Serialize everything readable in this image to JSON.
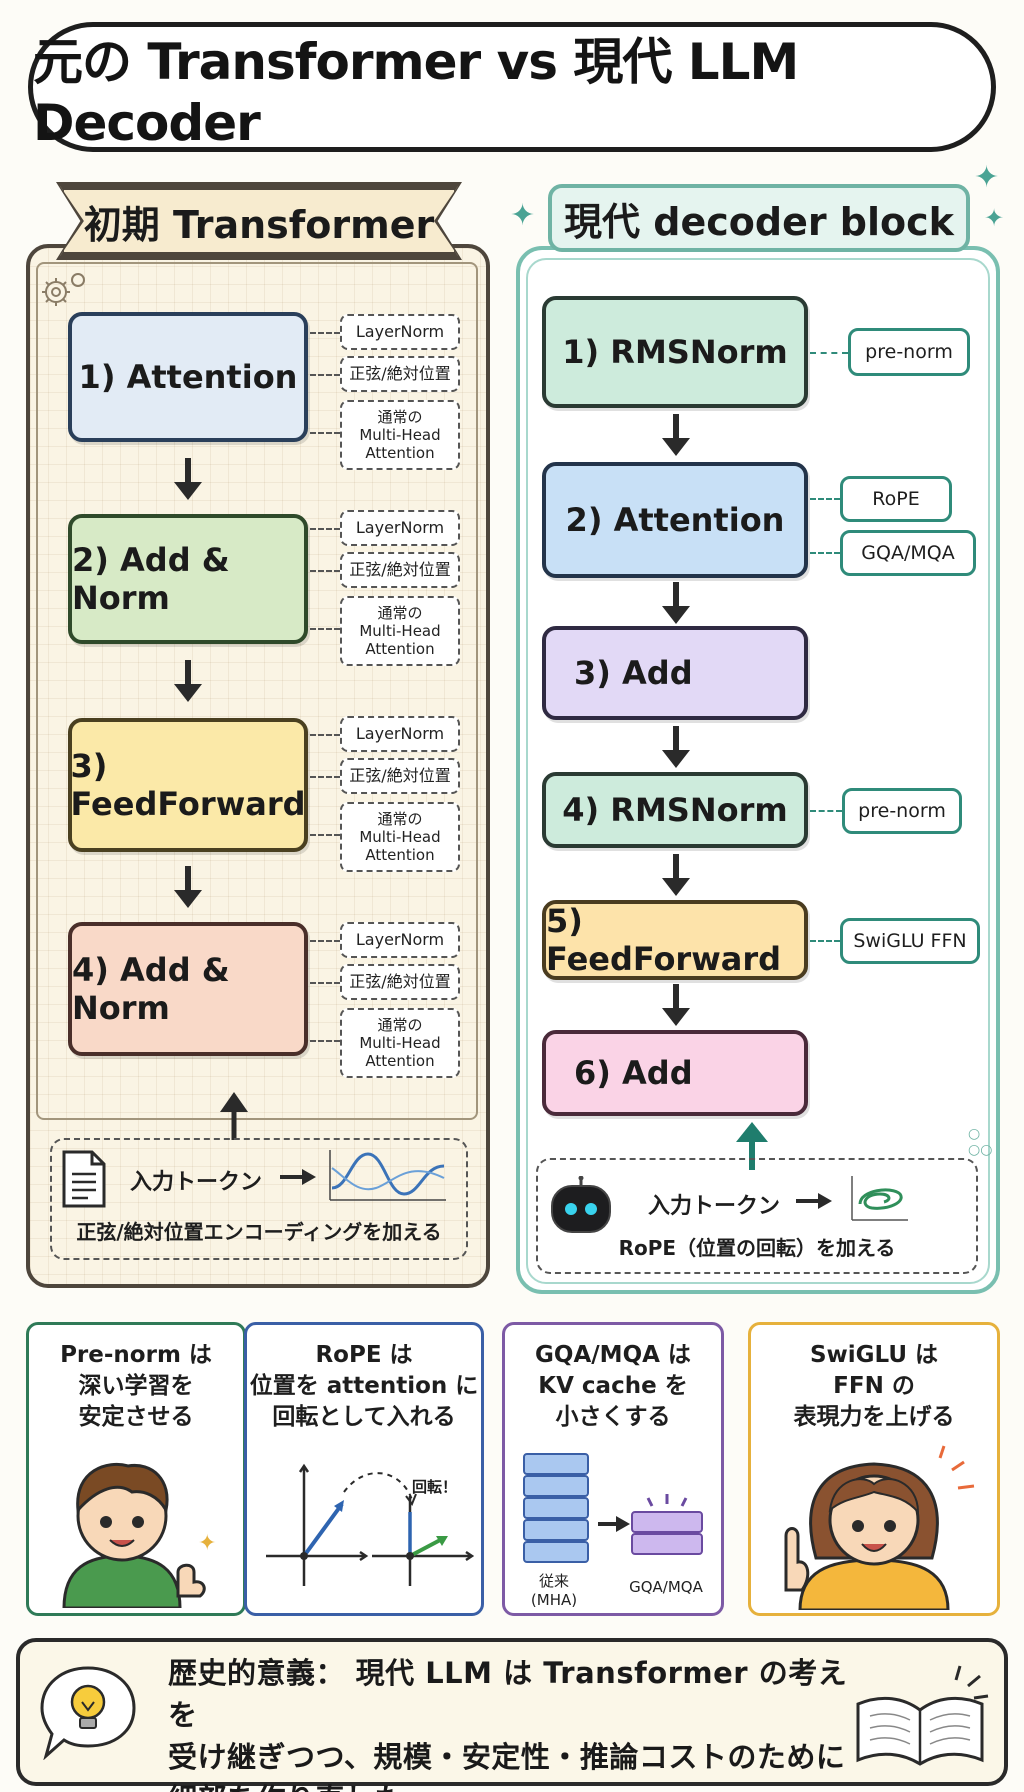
{
  "title": "元の Transformer vs 現代 LLM Decoder",
  "left": {
    "banner": "初期 Transformer",
    "steps": [
      "1) Attention",
      "2) Add & Norm",
      "3) FeedForward",
      "4) Add & Norm"
    ],
    "notes": {
      "layernorm": "LayerNorm",
      "position": "正弦/絶対位置",
      "mha_line1": "通常の",
      "mha_line2": "Multi-Head",
      "mha_line3": "Attention"
    },
    "input_label": "入力トークン",
    "input_caption": "正弦/絶対位置エンコーディングを加える"
  },
  "right": {
    "banner": "現代 decoder block",
    "steps": [
      "1) RMSNorm",
      "2) Attention",
      "3) Add",
      "4) RMSNorm",
      "5) FeedForward",
      "6) Add"
    ],
    "tags": [
      "pre-norm",
      "RoPE",
      "GQA/MQA",
      "pre-norm",
      "SwiGLU FFN"
    ],
    "input_label": "入力トークン",
    "input_caption": "RoPE（位置の回転）を加える"
  },
  "cards": [
    {
      "lines": [
        "Pre-norm は",
        "深い学習を",
        "安定させる"
      ]
    },
    {
      "lines": [
        "RoPE は",
        "位置を attention に",
        "回転として入れる"
      ],
      "annotation": "回転！"
    },
    {
      "lines": [
        "GQA/MQA は",
        "KV cache を",
        "小さくする"
      ],
      "label_left_1": "従来",
      "label_left_2": "(MHA)",
      "label_right": "GQA/MQA"
    },
    {
      "lines": [
        "SwiGLU は",
        "FFN の",
        "表現力を上げる"
      ]
    }
  ],
  "footer": {
    "lines": [
      "歴史的意義： 現代 LLM は Transformer の考えを",
      "受け継ぎつつ、規模・安定性・推論コストのために",
      "細部を作り直した。"
    ]
  },
  "colors": {
    "attention_left": "#e2ebf5",
    "addnorm2_left": "#d7eac6",
    "ffn_left": "#fbe9a8",
    "addnorm4_left": "#f9d9c8",
    "rmsnorm": "#cdebdc",
    "attention_right": "#c8e0f6",
    "add_purple": "#e2d9f6",
    "ffn_right": "#fde3aa",
    "add_pink": "#fad3e6",
    "card1": "#2f7a57",
    "card2": "#3a5fa6",
    "card3": "#7d5aa5",
    "card4": "#e6b13c"
  }
}
